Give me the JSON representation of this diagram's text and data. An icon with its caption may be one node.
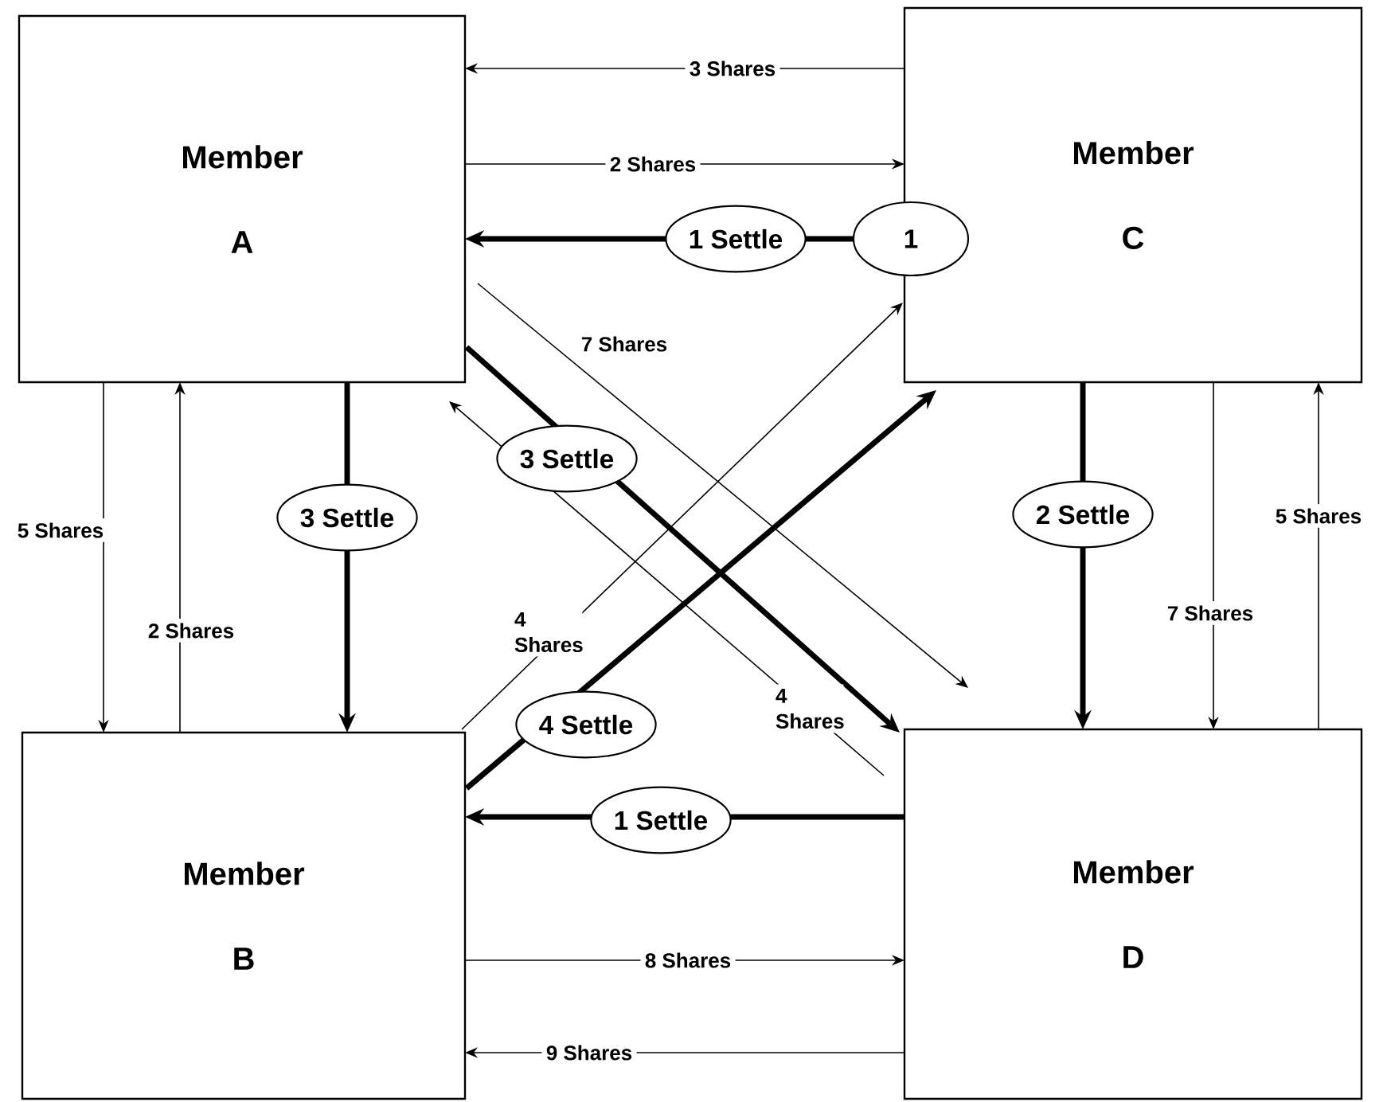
{
  "diagram": {
    "nodes": [
      {
        "text": [
          "Member",
          "A"
        ]
      },
      {
        "text": [
          "Member",
          "C"
        ]
      },
      {
        "text": [
          "Member",
          "B"
        ]
      },
      {
        "text": [
          "Member",
          "D"
        ]
      },
      {
        "text": [
          "1"
        ]
      }
    ],
    "edges": [
      {
        "from": 1,
        "to": 0,
        "arrow": "to",
        "label": "3 Shares"
      },
      {
        "from": 0,
        "to": 1,
        "arrow": "to",
        "label": "2 Shares"
      },
      {
        "from": 4,
        "to": 0,
        "arrow": "to",
        "label": "1 Settle",
        "style": "thick"
      },
      {
        "from": 0,
        "to": 3,
        "arrow": "to",
        "label": "7 Shares"
      },
      {
        "from": 0,
        "to": 3,
        "arrow": "to",
        "label": "3 Settle",
        "style": "thick"
      },
      {
        "from": 3,
        "to": 0,
        "arrow": "to",
        "label": "4 Shares"
      },
      {
        "from": 2,
        "to": 1,
        "arrow": "to",
        "label": "4 Shares"
      },
      {
        "from": 2,
        "to": 1,
        "arrow": "to",
        "label": "4 Settle",
        "style": "thick"
      },
      {
        "from": 0,
        "to": 2,
        "arrow": "to",
        "label": "5 Shares"
      },
      {
        "from": 2,
        "to": 0,
        "arrow": "to",
        "label": "2 Shares"
      },
      {
        "from": 0,
        "to": 2,
        "arrow": "to",
        "label": "3 Settle",
        "style": "thick"
      },
      {
        "from": 1,
        "to": 3,
        "arrow": "to",
        "label": "2 Settle",
        "style": "thick"
      },
      {
        "from": 1,
        "to": 3,
        "arrow": "to",
        "label": "7 Shares"
      },
      {
        "from": 3,
        "to": 1,
        "arrow": "to",
        "label": "5 Shares"
      },
      {
        "from": 3,
        "to": 2,
        "arrow": "to",
        "label": "1 Settle",
        "style": "thick"
      },
      {
        "from": 2,
        "to": 3,
        "arrow": "to",
        "label": "8 Shares"
      },
      {
        "from": 3,
        "to": 2,
        "arrow": "to",
        "label": "9 Shares"
      }
    ]
  }
}
